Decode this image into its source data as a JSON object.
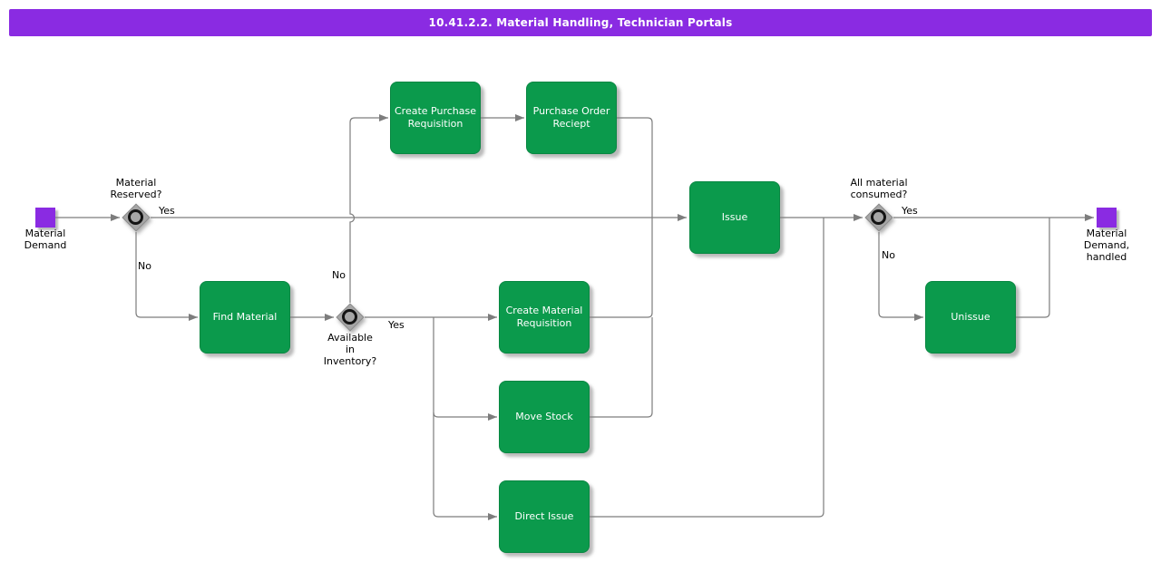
{
  "title": "10.41.2.2. Material Handling, Technician Portals",
  "colors": {
    "title_bg": "#8A2BE2",
    "activity_fill": "#0B9A4C",
    "event_fill": "#8A2BE2",
    "gateway_fill": "#A6A6A6",
    "connector": "#7D7D7D",
    "activity_text": "#FFFFFF",
    "label_text": "#000000"
  },
  "nodes": {
    "start": {
      "type": "start-event",
      "label": "Material\nDemand"
    },
    "material_reserved": {
      "type": "gateway",
      "label": "Material\nReserved?"
    },
    "find_material": {
      "type": "activity",
      "label": "Find Material"
    },
    "available_in_inventory": {
      "type": "gateway",
      "label": "Available\nin\nInventory?"
    },
    "create_purchase_requisition": {
      "type": "activity",
      "label": "Create Purchase\nRequisition"
    },
    "purchase_order_reciept": {
      "type": "activity",
      "label": "Purchase Order\nReciept"
    },
    "create_material_requisition": {
      "type": "activity",
      "label": "Create Material\nRequisition"
    },
    "move_stock": {
      "type": "activity",
      "label": "Move Stock"
    },
    "direct_issue": {
      "type": "activity",
      "label": "Direct Issue"
    },
    "issue": {
      "type": "activity",
      "label": "Issue"
    },
    "all_material_consumed": {
      "type": "gateway",
      "label": "All material\nconsumed?"
    },
    "unissue": {
      "type": "activity",
      "label": "Unissue"
    },
    "end": {
      "type": "end-event",
      "label": "Material\nDemand,\nhandled"
    }
  },
  "edge_labels": {
    "material_reserved_yes": "Yes",
    "material_reserved_no": "No",
    "available_no": "No",
    "available_yes": "Yes",
    "consumed_yes": "Yes",
    "consumed_no": "No"
  }
}
